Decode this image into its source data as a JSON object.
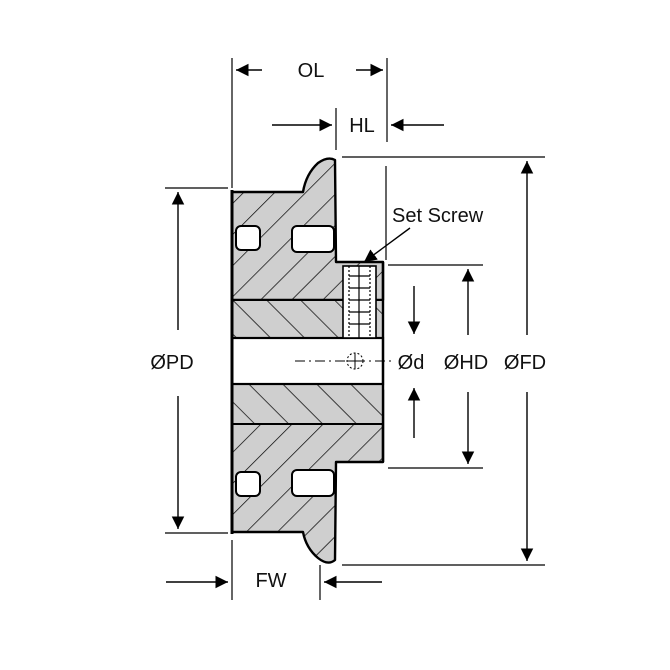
{
  "labels": {
    "ol": "OL",
    "hl": "HL",
    "set_screw": "Set Screw",
    "pd": "ØPD",
    "d": "Ød",
    "hd": "ØHD",
    "fd": "ØFD",
    "fw": "FW"
  },
  "colors": {
    "ink": "#000000",
    "section_fill": "#cfcfcf",
    "background": "#ffffff"
  }
}
